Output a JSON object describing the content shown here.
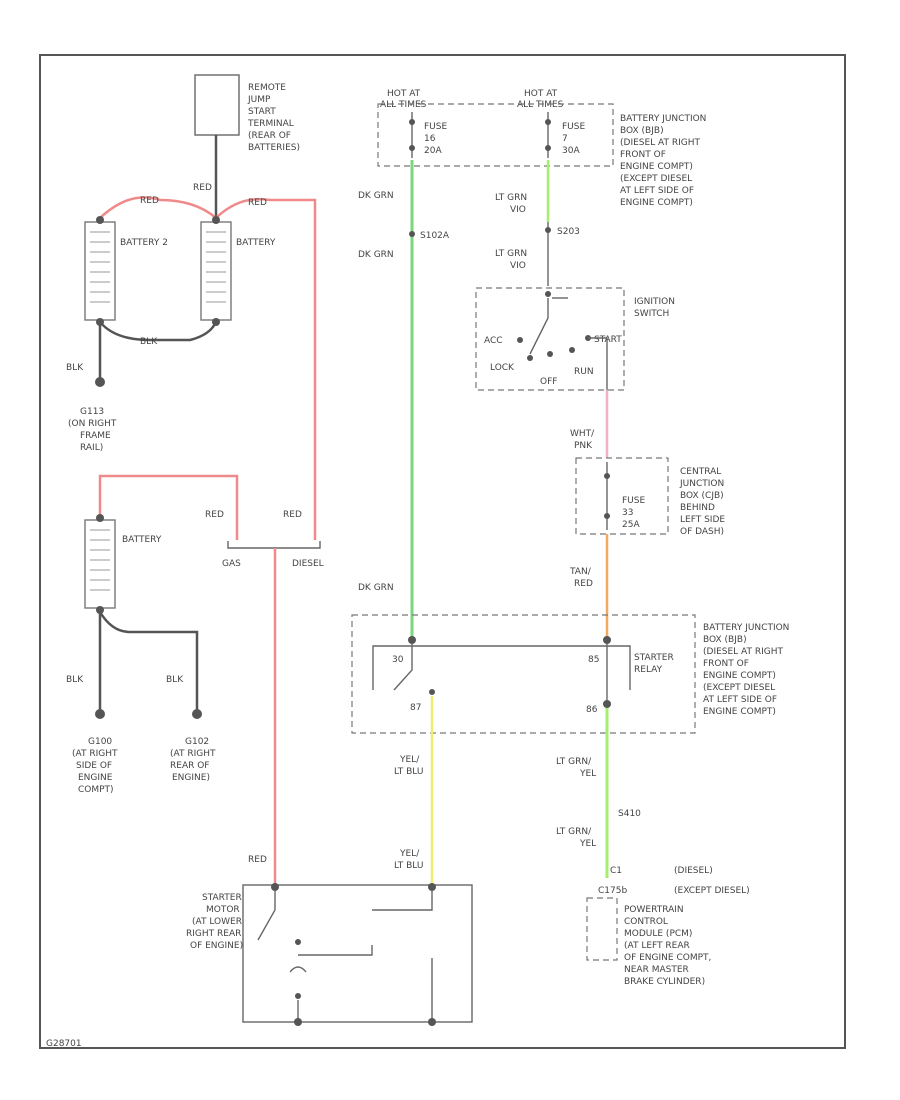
{
  "colors": {
    "red": "#f08a8a",
    "dk_grn": "#7ad87a",
    "lt_grn": "#a6ee6e",
    "pink": "#f0b0c8",
    "orange": "#f5a860",
    "yellow": "#eeee70",
    "black": "#555555"
  },
  "labels": {
    "remote_jump": [
      "REMOTE",
      "JUMP",
      "START",
      "TERMINAL",
      "(REAR OF",
      "BATTERIES)"
    ],
    "red_top": "RED",
    "red_left": "RED",
    "red_right": "RED",
    "battery_2": "BATTERY 2",
    "battery_1": "BATTERY",
    "blk_bottom": "BLK",
    "blk_left": "BLK",
    "g113": [
      "G113",
      "(ON RIGHT",
      "FRAME",
      "RAIL)"
    ],
    "battery_gas": "BATTERY",
    "red_gas": "RED",
    "red_diesel": "RED",
    "gas": "GAS",
    "diesel": "DIESEL",
    "blk_a": "BLK",
    "blk_b": "BLK",
    "g100": [
      "G100",
      "(AT RIGHT",
      "SIDE OF",
      "ENGINE",
      "COMPT)"
    ],
    "g102": [
      "G102",
      "(AT RIGHT",
      "REAR OF",
      "ENGINE)"
    ],
    "hot_at_1": [
      "HOT AT",
      "ALL TIMES"
    ],
    "hot_at_2": [
      "HOT AT",
      "ALL TIMES"
    ],
    "fuse_16": [
      "FUSE",
      "16",
      "20A"
    ],
    "fuse_7": [
      "FUSE",
      "7",
      "30A"
    ],
    "bjb": [
      "BATTERY JUNCTION",
      "BOX (BJB)",
      "(DIESEL AT RIGHT",
      "FRONT OF",
      "ENGINE COMPT)",
      "(EXCEPT DIESEL",
      "AT LEFT SIDE OF",
      "ENGINE COMPT)"
    ],
    "dk_grn_1": "DK GRN",
    "dk_grn_2": "DK GRN",
    "s102a": "S102A",
    "lt_grn_1": [
      "LT GRN",
      "VIO"
    ],
    "lt_grn_2": [
      "LT GRN",
      "VIO"
    ],
    "s203": "S203",
    "ignition": [
      "IGNITION",
      "SWITCH"
    ],
    "acc": "ACC",
    "start": "START",
    "lock": "LOCK",
    "off": "OFF",
    "run": "RUN",
    "wht_pnk": [
      "WHT/",
      "PNK"
    ],
    "cjb": [
      "CENTRAL",
      "JUNCTION",
      "BOX (CJB)",
      "BEHIND",
      "LEFT SIDE",
      "OF DASH)"
    ],
    "fuse_33": [
      "FUSE",
      "33",
      "25A"
    ],
    "tan_red": [
      "TAN/",
      "RED"
    ],
    "dk_grn_3": "DK GRN",
    "bjb2": [
      "BATTERY JUNCTION",
      "BOX (BJB)",
      "(DIESEL AT RIGHT",
      "FRONT OF",
      "ENGINE COMPT)",
      "(EXCEPT DIESEL",
      "AT LEFT SIDE OF",
      "ENGINE COMPT)"
    ],
    "starter_relay": [
      "STARTER",
      "RELAY"
    ],
    "pin_30": "30",
    "pin_85": "85",
    "pin_87": "87",
    "pin_86": "86",
    "yel_lt_blu_1": [
      "YEL/",
      "LT BLU"
    ],
    "yel_lt_blu_2": [
      "YEL/",
      "LT BLU"
    ],
    "lt_grn_yel_1": [
      "LT GRN/",
      "YEL"
    ],
    "lt_grn_yel_2": [
      "LT GRN/",
      "YEL"
    ],
    "s410": "S410",
    "red_starter": "RED",
    "c1": [
      "C1",
      "(DIESEL)"
    ],
    "c2": [
      "C175b",
      "(EXCEPT DIESEL)"
    ],
    "starter_motor": [
      "STARTER",
      "MOTOR",
      "(AT LOWER",
      "RIGHT REAR",
      "OF ENGINE)"
    ],
    "pcm": [
      "POWERTRAIN",
      "CONTROL",
      "MODULE (PCM)",
      "(AT LEFT REAR",
      "OF ENGINE COMPT,",
      "NEAR MASTER",
      "BRAKE CYLINDER)"
    ],
    "diagram_id": "G28701"
  }
}
